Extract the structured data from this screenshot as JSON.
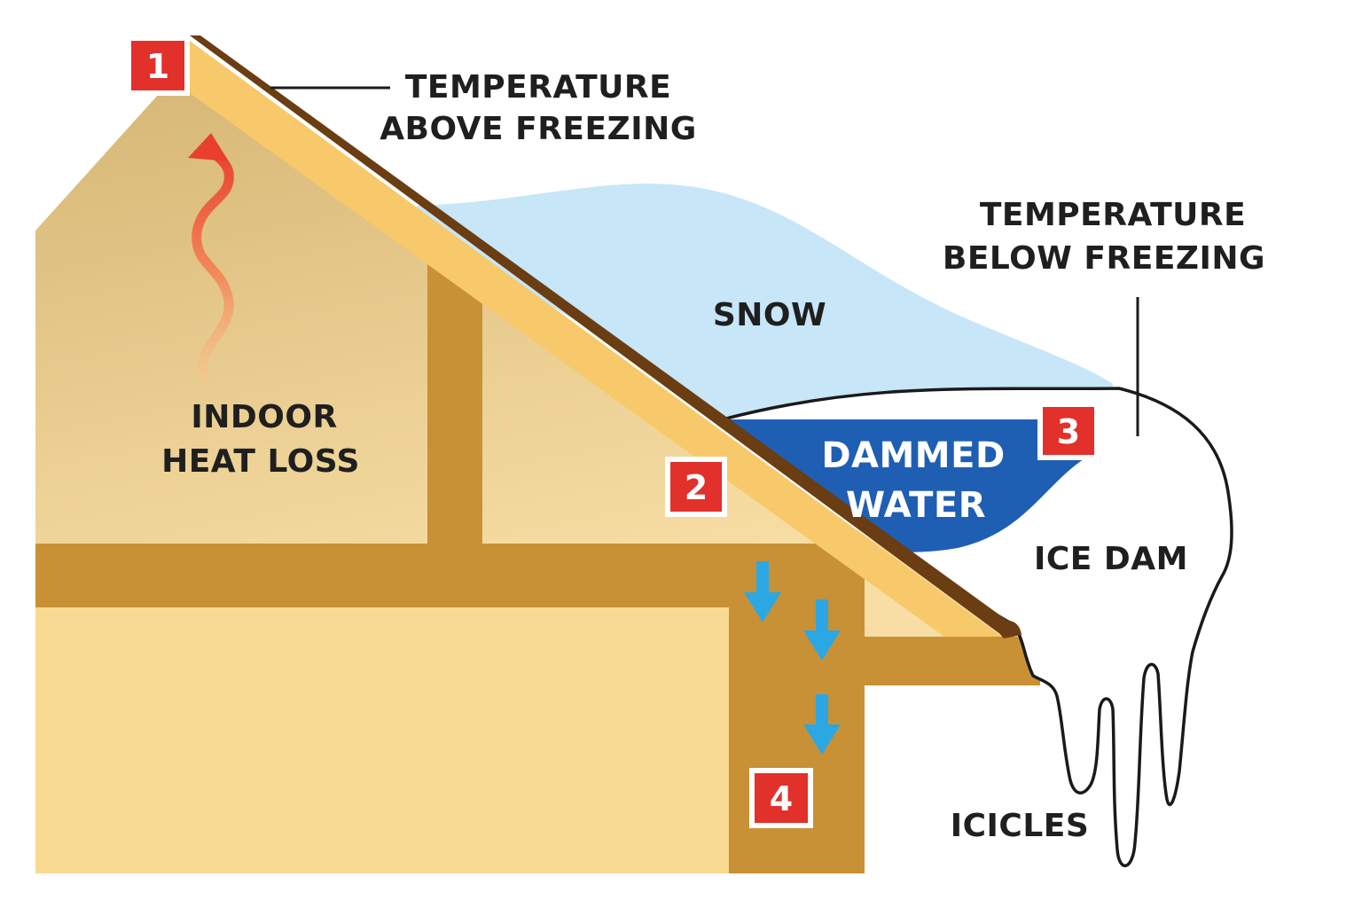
{
  "labels": {
    "temp_above_line1": "TEMPERATURE",
    "temp_above_line2": "ABOVE FREEZING",
    "temp_below_line1": "TEMPERATURE",
    "temp_below_line2": "BELOW FREEZING",
    "snow": "SNOW",
    "dammed_water_line1": "DAMMED",
    "dammed_water_line2": "WATER",
    "indoor_heat_line1": "INDOOR",
    "indoor_heat_line2": "HEAT LOSS",
    "ice_dam": "ICE DAM",
    "icicles": "ICICLES"
  },
  "badges": [
    "1",
    "2",
    "3",
    "4"
  ],
  "colors": {
    "badge": "#e2302b",
    "wall": "#f8da93",
    "beam": "#c99135",
    "roof_board": "#f7c96a",
    "roof_shingle": "#6b3d12",
    "snow": "#c7e6f7",
    "ice": "#ffffff",
    "water": "#1f5fb3",
    "heat_arrow": "#e8402c",
    "leak_arrow": "#2ba7e4"
  },
  "icons": {
    "heat": "heat-loss-arrow-icon",
    "leak": "water-leak-arrow-icon"
  }
}
